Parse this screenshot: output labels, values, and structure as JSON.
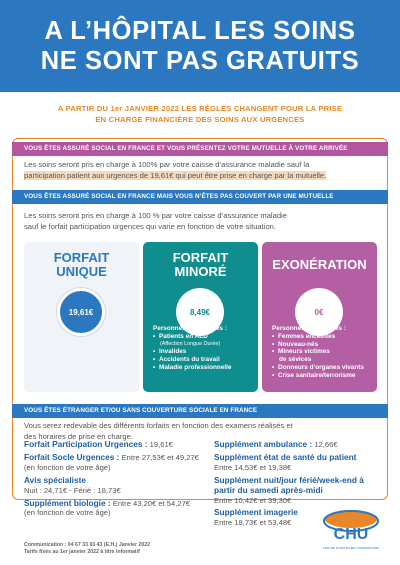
{
  "header": {
    "line1": "A L’HÔPITAL LES SOINS",
    "line2": "NE SONT PAS GRATUITS"
  },
  "subtitle": {
    "line1": "A PARTIR DU 1er JANVIER 2022 LES RÈGLES CHANGENT POUR LA PRISE",
    "line2": "EN CHARGE FINANCIÈRE DES SOINS AUX URGENCES"
  },
  "section_mutuelle": {
    "title": "VOUS ÊTES ASSURÉ SOCIAL EN FRANCE ET VOUS PRÉSENTEZ VOTRE MUTUELLE À VOTRE ARRIVÉE",
    "line1": "Les soins seront pris en charge à 100% par votre caisse d’assurance maladie sauf la",
    "line2": "participation patient aux urgences de 19,61€ qui peut être prise en charge par la mutuelle."
  },
  "section_sans_mutuelle": {
    "title": "VOUS ÊTES ASSURÉ SOCIAL EN FRANCE MAIS VOUS N’ÊTES PAS COUVERT PAR UNE MUTUELLE",
    "line1": "Les soins seront pris en charge à 100 % par votre caisse d’assurance maladie",
    "line2": "sauf le forfait participation urgences qui varie en fonction de votre situation."
  },
  "cards": {
    "unique": {
      "title1": "FORFAIT",
      "title2": "UNIQUE",
      "amount": "19,61€"
    },
    "minore": {
      "title1": "FORFAIT",
      "title2": "MINORÉ",
      "amount": "8,49€",
      "heading": "Personnes concernées :",
      "items": [
        "Patients en ALD",
        "(Affection Longue Durée)",
        "Invalides",
        "Accidents du travail",
        "Maladie professionnelle"
      ]
    },
    "exoneration": {
      "title": "EXONÉRATION",
      "amount": "0€",
      "heading": "Personnes concernées :",
      "items": [
        "Femmes enceintes",
        "Nouveau-nés",
        "Mineurs victimes",
        "de sévices",
        "Donneurs d’organes vivants",
        "Crise sanitaire/terrorisme"
      ]
    }
  },
  "section_etranger": {
    "title": "VOUS ÊTES ÉTRANGER ET/OU SANS COUVERTURE SOCIALE EN FRANCE",
    "line1": "Vous serez redevable des différents forfaits en fonction des examens réalisés et",
    "line2": "des horaires de prise en charge."
  },
  "fees_left": [
    {
      "label": "Forfait Participation Urgences :",
      "value": " 19,61€",
      "extra": ""
    },
    {
      "label": "Forfait Socle Urgences :",
      "value": " Entre 27,53€ et 49,27€",
      "extra": "(en fonction de votre âge)"
    },
    {
      "label": "Avis spécialiste",
      "value": "",
      "extra": "Nuit : 24,71€ - Férié : 18,73€"
    },
    {
      "label": "Supplément biologie :",
      "value": " Entre 43,20€ et 54,27€",
      "extra": "(en fonction de votre âge)"
    }
  ],
  "fees_right": [
    {
      "label": "Supplément ambulance :",
      "value": " 12,66€",
      "extra": ""
    },
    {
      "label": "Supplément état de santé du patient",
      "value": "",
      "extra": "Entre 14,53€ et 19,38€"
    },
    {
      "label": "Supplément nuit/jour férié/week-end à partir du samedi après-midi",
      "value": "",
      "extra": "Entre 10,42€ et 39,30€"
    },
    {
      "label": "Supplément imagerie",
      "value": "",
      "extra": "Entre 18,73€ et 53,48€"
    }
  ],
  "footer": {
    "line1": "Communication : 04 67 33 93 43 (E.H.) Janvier 2022",
    "line2": "Tarifs fixés au 1er janvier 2022 à titre informatif"
  },
  "logo": {
    "text": "CHU",
    "caption": "CENTRE HOSPITALIER UNIVERSITAIRE"
  },
  "colors": {
    "blue": "#2b78c0",
    "orange": "#e8862a",
    "pink": "#b3559f",
    "teal": "#0f8d8f"
  }
}
